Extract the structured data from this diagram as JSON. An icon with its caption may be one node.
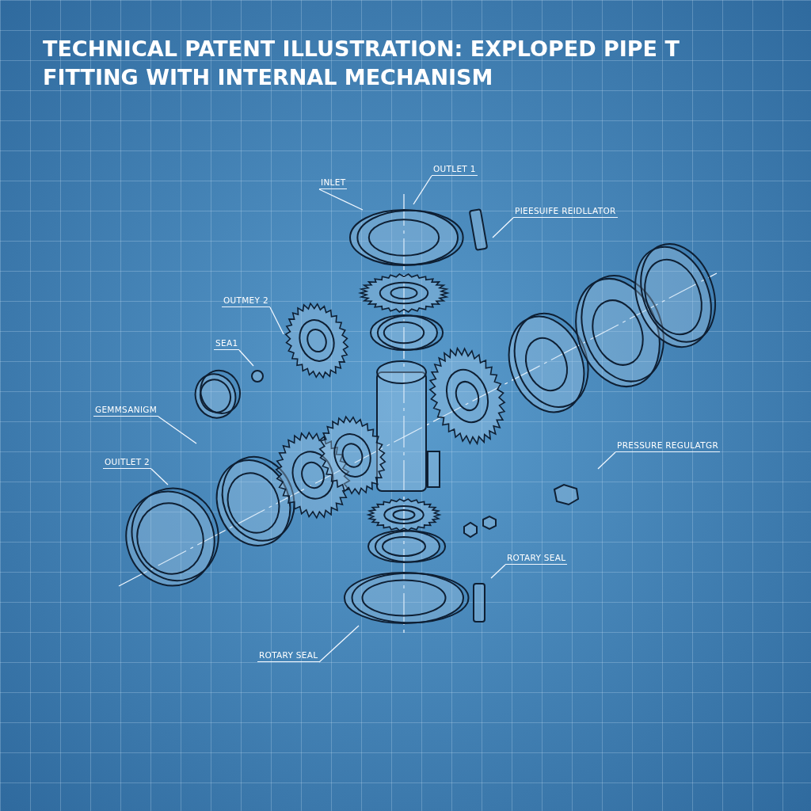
{
  "diagram": {
    "title": "TECHNICAL PATENT ILLUSTRATION: EXPLOPED PIPE T FITTING WITH INTERNAL MECHANISM",
    "nodes": [
      {
        "text": [
          "INLET"
        ]
      },
      {
        "text": [
          "OUTLET 1"
        ]
      },
      {
        "text": [
          "PIEESUIFE REIDLLATOR"
        ]
      },
      {
        "text": [
          "OUTMEY 2"
        ]
      },
      {
        "text": [
          "SEA1"
        ]
      },
      {
        "text": [
          "GEMMSANIGM"
        ]
      },
      {
        "text": [
          "OUITLET 2"
        ]
      },
      {
        "text": [
          "PRESSURE REGULATGR"
        ]
      },
      {
        "text": [
          "ROTARY SEAL"
        ]
      },
      {
        "text": [
          "ROTARY SEAL"
        ]
      }
    ],
    "edges": [
      {
        "from": 0,
        "to": null,
        "arrow": "none"
      },
      {
        "from": 1,
        "to": null,
        "arrow": "none"
      },
      {
        "from": 2,
        "to": null,
        "arrow": "none"
      },
      {
        "from": 3,
        "to": null,
        "arrow": "none"
      },
      {
        "from": 4,
        "to": null,
        "arrow": "none"
      },
      {
        "from": 5,
        "to": null,
        "arrow": "none"
      },
      {
        "from": 6,
        "to": null,
        "arrow": "none"
      },
      {
        "from": 7,
        "to": null,
        "arrow": "none"
      },
      {
        "from": 8,
        "to": null,
        "arrow": "none"
      },
      {
        "from": 9,
        "to": null,
        "arrow": "none"
      }
    ]
  }
}
